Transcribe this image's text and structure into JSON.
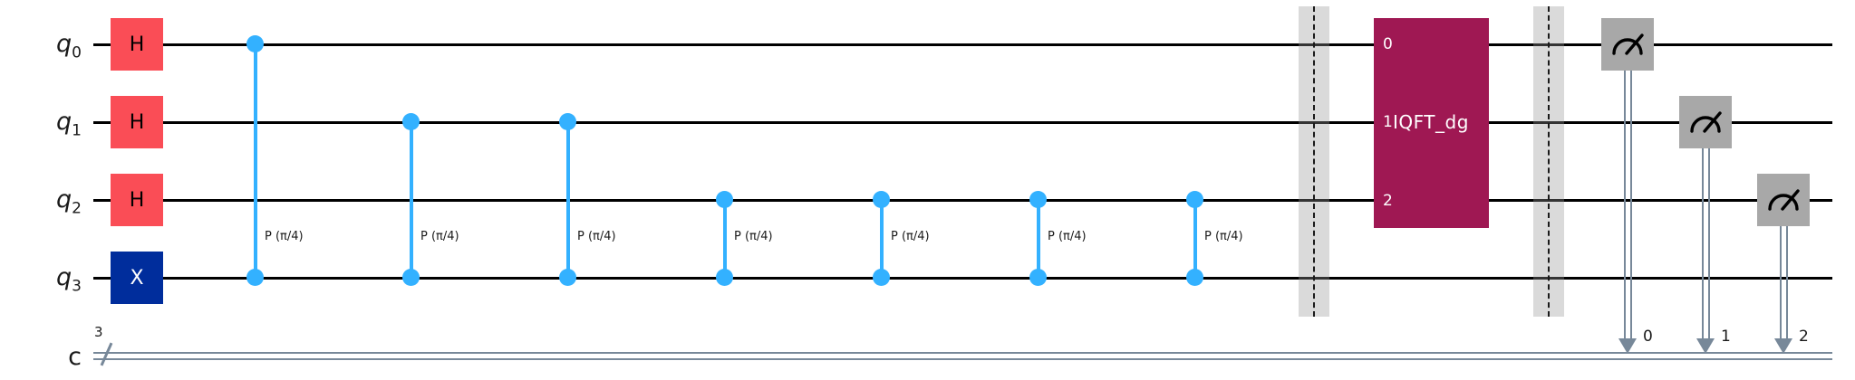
{
  "qubits": [
    {
      "base": "q",
      "sub": "0"
    },
    {
      "base": "q",
      "sub": "1"
    },
    {
      "base": "q",
      "sub": "2"
    },
    {
      "base": "q",
      "sub": "3"
    }
  ],
  "classical": {
    "label": "c",
    "bit_count": "3",
    "bit_targets": [
      "0",
      "1",
      "2"
    ]
  },
  "gates": {
    "h_label": "H",
    "x_label": "X",
    "cp_label": "P (π/4)",
    "iqft_name": "IQFT_dg",
    "iqft_indices": [
      "0",
      "1",
      "2"
    ]
  },
  "icons": {
    "meter": "measurement-meter"
  },
  "colors": {
    "h_gate": "#FA4D56",
    "x_gate": "#002D9C",
    "cp_gate": "#33B1FF",
    "iqft_gate": "#9F1853",
    "measure_gate": "#A8A8A8",
    "classical_wire": "#778899",
    "quantum_wire": "#000000"
  }
}
